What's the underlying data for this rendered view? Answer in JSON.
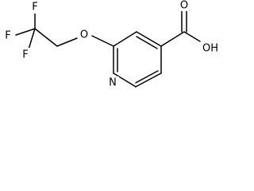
{
  "molecule": {
    "atoms": {
      "fluorine_top": "F",
      "fluorine_left": "F",
      "fluorine_bottom": "F",
      "ether_oxygen": "O",
      "ring_nitrogen": "N",
      "carbonyl_oxygen": "O",
      "hydroxyl": "OH"
    }
  },
  "colors": {
    "ink": "#000000",
    "background": "#ffffff"
  }
}
